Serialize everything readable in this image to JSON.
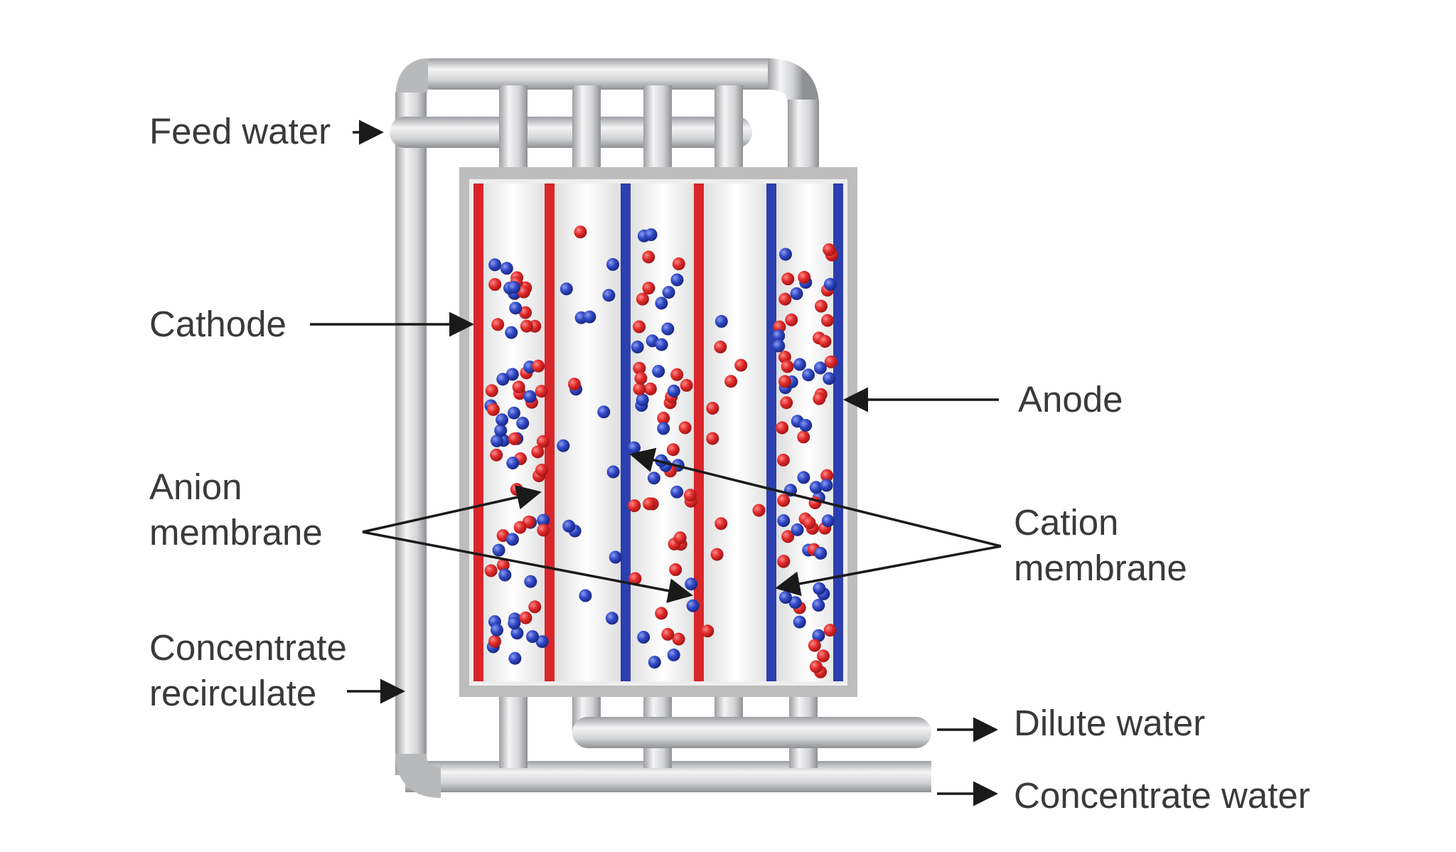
{
  "labels": {
    "feed_water": "Feed water",
    "cathode": "Cathode",
    "anode": "Anode",
    "anion_membrane_line1": "Anion",
    "anion_membrane_line2": "membrane",
    "cation_membrane_line1": "Cation",
    "cation_membrane_line2": "membrane",
    "concentrate_recirculate_line1": "Concentrate",
    "concentrate_recirculate_line2": "recirculate",
    "dilute_water": "Dilute water",
    "concentrate_water": "Concentrate water"
  },
  "colors": {
    "cathode": "#d8262a",
    "anode": "#2c3fae",
    "anion_membrane": "#d8262a",
    "cation_membrane": "#2c3fae",
    "ion_red": "#e02a2a",
    "ion_blue": "#2f47c4",
    "pipe": "#c9cacc",
    "frame": "#bdbdbd"
  }
}
